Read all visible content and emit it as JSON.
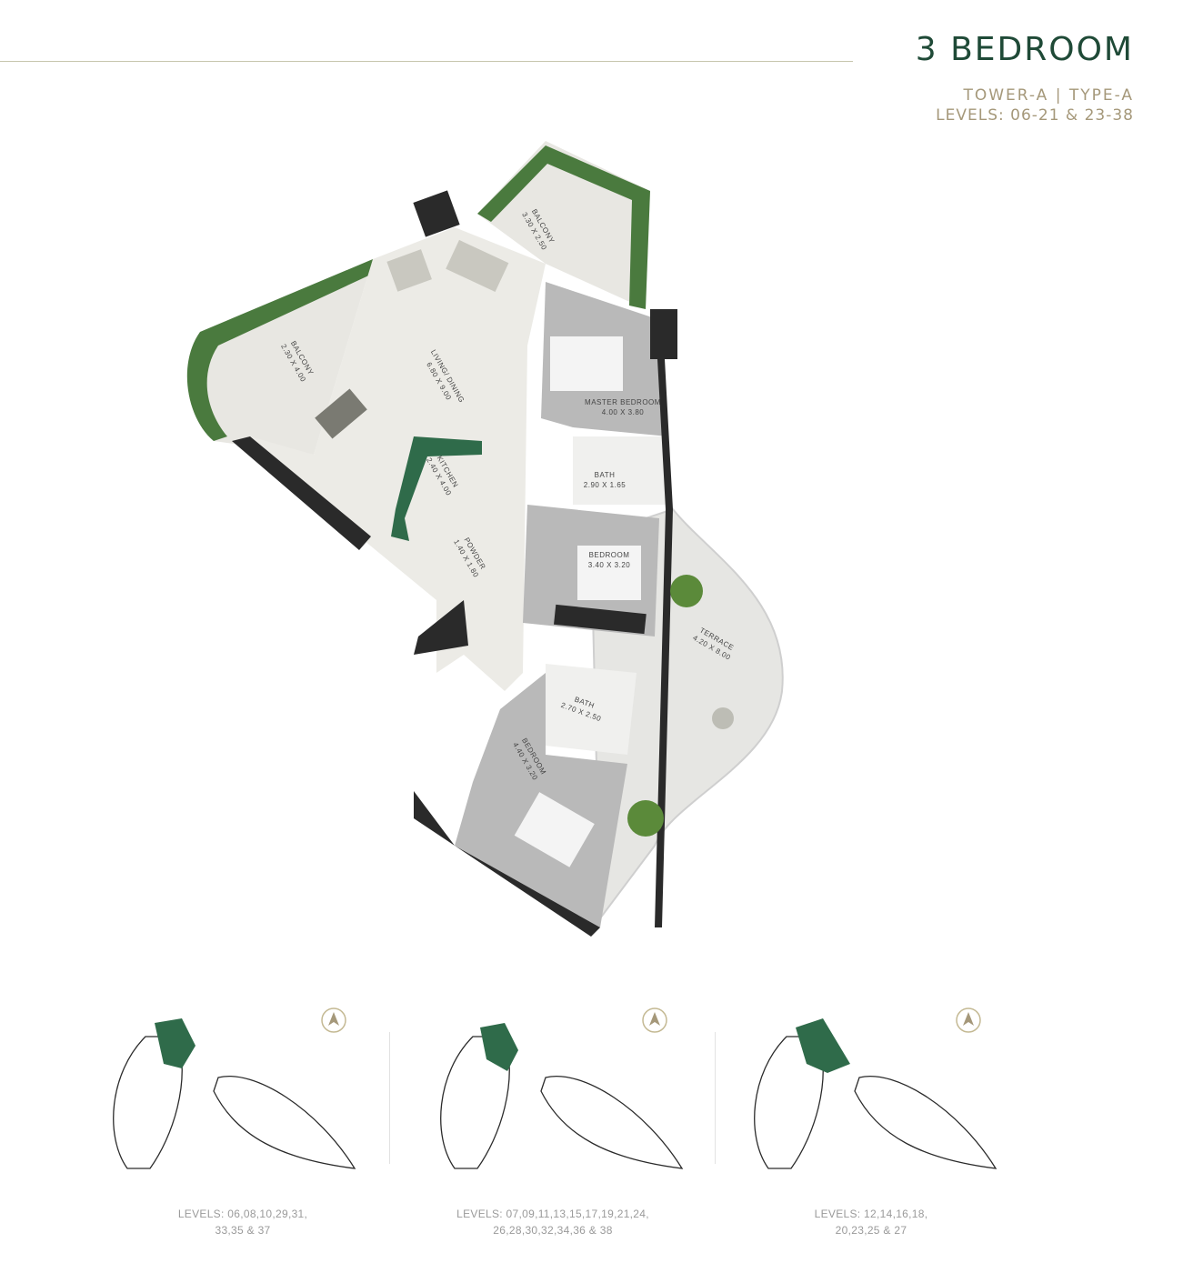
{
  "header": {
    "title": "3 BEDROOM",
    "subtitle_line1": "TOWER-A | TYPE-A",
    "subtitle_line2": "LEVELS: 06-21 & 23-38"
  },
  "rooms": {
    "balcony_top": {
      "name": "BALCONY",
      "size": "3.30 X 2.50"
    },
    "balcony_left": {
      "name": "BALCONY",
      "size": "2.30 X 4.00"
    },
    "living_dining": {
      "name": "LIVING/ DINING",
      "size": "6.80 X 9.00"
    },
    "master_bedroom": {
      "name": "MASTER BEDROOM",
      "size": "4.00 X 3.80"
    },
    "master_bath": {
      "name": "BATH",
      "size": "2.90 X 1.65"
    },
    "kitchen": {
      "name": "KITCHEN",
      "size": "2.40 X 4.00"
    },
    "powder": {
      "name": "POWDER",
      "size": "1.40 X 1.80"
    },
    "bedroom_2": {
      "name": "BEDROOM",
      "size": "3.40 X 3.20"
    },
    "terrace": {
      "name": "TERRACE",
      "size": "4.20 X 8.00"
    },
    "bath_2": {
      "name": "BATH",
      "size": "2.70 X 2.50"
    },
    "bedroom_3": {
      "name": "BEDROOM",
      "size": "4.40 X 3.20"
    }
  },
  "key_plans": [
    {
      "caption_line1": "LEVELS: 06,08,10,29,31,",
      "caption_line2": "33,35 & 37"
    },
    {
      "caption_line1": "LEVELS: 07,09,11,13,15,17,19,21,24,",
      "caption_line2": "26,28,30,32,34,36 & 38"
    },
    {
      "caption_line1": "LEVELS: 12,14,16,18,",
      "caption_line2": "20,23,25 & 27"
    }
  ],
  "colors": {
    "brand_green": "#1f4a37",
    "accent_gold": "#a5987a",
    "highlight_green": "#2f6b4a",
    "wall": "#2a2a2a",
    "floor": "#ecebe6",
    "bedroom_floor": "#b9b9b9"
  },
  "icons": {
    "north_arrow": "north-arrow-icon"
  }
}
